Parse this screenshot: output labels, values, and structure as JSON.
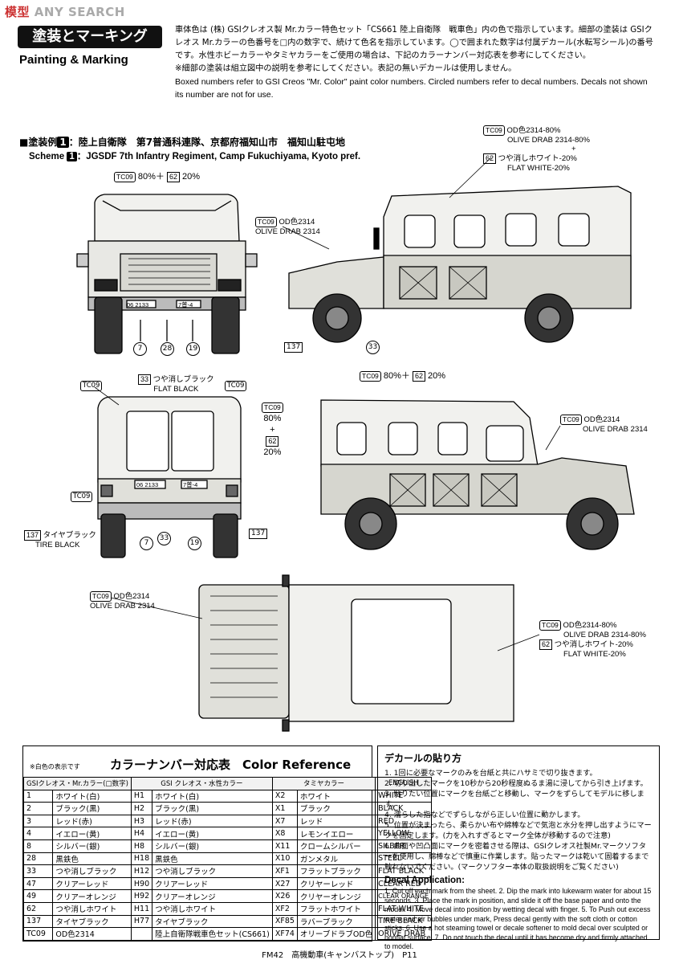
{
  "watermark": {
    "prefix": "模型",
    "brand": "ANY SEARCH"
  },
  "header": {
    "title_jp": "塗装とマーキング",
    "title_en": "Painting & Marking",
    "intro_jp": "車体色は (株) GSIクレオス製 Mr.カラー特色セット「CS661 陸上自衛隊　戦車色」内の色で指示しています。細部の塗装は GSIクレオス Mr.カラーの色番号を□内の数字で、続けて色名を指示しています。◯で囲まれた数字は付属デカール(水転写シール)の番号です。水性ホビーカラーやタミヤカラーをご使用の場合は、下記のカラーナンバー対応表を参考にしてください。",
    "intro_note": "※細部の塗装は組立図中の説明を参考にしてください。表記の無いデカールは使用しません。",
    "intro_en": "Boxed numbers refer to GSI Creos \"Mr. Color\" paint color numbers. Circled numbers refer to decal numbers. Decals not shown its number are not for use."
  },
  "scheme": {
    "jp_prefix": "■塗装例",
    "number": "1",
    "jp_text": "：陸上自衛隊　第7普通科連隊、京都府福知山市　福知山駐屯地",
    "en_prefix": "Scheme",
    "en_text": "：JGSDF 7th Infantry Regiment, Camp Fukuchiyama, Kyoto pref."
  },
  "callouts": {
    "front_top": {
      "tc": "TC09",
      "pct1": "80%＋",
      "num": "62",
      "pct2": "20%"
    },
    "side1_od": {
      "tc": "TC09",
      "jp": "OD色2314",
      "en": "OLIVE DRAB 2314"
    },
    "side1_top": {
      "tc": "TC09",
      "line1": "OD色2314-80%",
      "line2": "OLIVE DRAB 2314-80%",
      "plus": "+",
      "num": "62",
      "line3": "つや消しホワイト-20%",
      "line4": "FLAT WHITE-20%"
    },
    "front_decals": [
      "7",
      "28",
      "19"
    ],
    "side1_nums": [
      "137",
      "33"
    ],
    "rear_black": {
      "num": "33",
      "jp": "つや消しブラック",
      "en": "FLAT BLACK"
    },
    "rear_tc": [
      "TC09",
      "TC09",
      "TC09"
    ],
    "rear_right": {
      "tc": "TC09",
      "a": "80%",
      "plus": "+",
      "num": "62",
      "b": "20%"
    },
    "rear_tire": {
      "num": "137",
      "jp": "タイヤブラック",
      "en": "TIRE BLACK"
    },
    "rear_decals": [
      "7",
      "33",
      "19",
      "137"
    ],
    "side2_top": {
      "tc": "TC09",
      "pct1": "80%＋",
      "num": "62",
      "pct2": "20%"
    },
    "side2_od": {
      "tc": "TC09",
      "jp": "OD色2314",
      "en": "OLIVE DRAB 2314"
    },
    "top_od": {
      "tc": "TC09",
      "jp": "OD色2314",
      "en": "OLIVE DRAB 2314"
    },
    "top_right": {
      "tc": "TC09",
      "line1": "OD色2314-80%",
      "line2": "OLIVE DRAB 2314-80%",
      "num": "62",
      "line3": "つや消しホワイト-20%",
      "line4": "FLAT WHITE-20%"
    },
    "plates": {
      "front": "06 2133",
      "front_r": "7普-4",
      "rear": "06 2133",
      "rear_r": "7普-4"
    }
  },
  "color_table": {
    "note": "※白色の表示です",
    "title_jp": "カラーナンバー対応表",
    "title_en": "Color Reference",
    "headers": [
      "GSIクレオス・Mr.カラー(□数字)",
      "GSI クレオス・水性カラー",
      "タミヤカラー",
      "ENGLISH"
    ],
    "rows": [
      [
        "1",
        "ホワイト(白)",
        "H1",
        "ホワイト(白)",
        "X2",
        "ホワイト",
        "WHITE"
      ],
      [
        "2",
        "ブラック(黒)",
        "H2",
        "ブラック(黒)",
        "X1",
        "ブラック",
        "BLACK"
      ],
      [
        "3",
        "レッド(赤)",
        "H3",
        "レッド(赤)",
        "X7",
        "レッド",
        "RED"
      ],
      [
        "4",
        "イエロー(黄)",
        "H4",
        "イエロー(黄)",
        "X8",
        "レモンイエロー",
        "YELLOW"
      ],
      [
        "8",
        "シルバー(銀)",
        "H8",
        "シルバー(銀)",
        "X11",
        "クロームシルバー",
        "SILBER"
      ],
      [
        "28",
        "黒鉄色",
        "H18",
        "黒鉄色",
        "X10",
        "ガンメタル",
        "STEEL"
      ],
      [
        "33",
        "つや消しブラック",
        "H12",
        "つや消しブラック",
        "XF1",
        "フラットブラック",
        "FLAT BLACK"
      ],
      [
        "47",
        "クリアーレッド",
        "H90",
        "クリアーレッド",
        "X27",
        "クリヤーレッド",
        "CLEAR RED"
      ],
      [
        "49",
        "クリアーオレンジ",
        "H92",
        "クリアーオレンジ",
        "X26",
        "クリヤーオレンジ",
        "CLEAR ORANGE"
      ],
      [
        "62",
        "つや消しホワイト",
        "H11",
        "つや消しホワイト",
        "XF2",
        "フラットホワイト",
        "FLAT WHITE"
      ],
      [
        "137",
        "タイヤブラック",
        "H77",
        "タイヤブラック",
        "XF85",
        "ラバーブラック",
        "TIRE BLACK"
      ],
      [
        "TC09",
        "OD色2314",
        "",
        "陸上自衛隊戦車色セット(CS661)",
        "XF74",
        "オリーブドラブOD色",
        "ORIVE DRAB"
      ]
    ]
  },
  "decal": {
    "title_jp": "デカールの貼り方",
    "steps_jp": [
      "1. 1回に必要なマークのみを台紙と共にハサミで切り抜きます。",
      "2. 切り出したマークを10秒から20秒程度ぬるま湯に浸してから引き上げます。",
      "3. 貼りたい位置にマークを台紙ごと移動し、マークをずらしてモデルに移します。",
      "4. 濡らした指などでずらしながら正しい位置に動かします。",
      "5. 位置が決まったら、柔らかい布や綿棒などで気泡と水分を押し出すようにマークを固定します。(力を入れすぎるとマーク全体が移動するので注意)",
      "6. 曲面や凹凸面にマークを密着させる際は、GSIクレオス社製Mr.マークソフターを使用し、綿棒などで慎重に作業します。貼ったマークは乾いて固着するまで触れないでください。(マークソフター本体の取扱説明をご覧ください)"
    ],
    "title_en": "Decal Application:",
    "text_en": "1. Cut off each mark from the sheet. 2. Dip the mark into lukewarm water for about 15 seconds. 3. Place the mark in position, and slide it off the base paper and onto the model. 4. Move decal into position by wetting decal with finger. 5. To Push out excess water and air bubbles under mark, Press decal gently with the soft cloth or cotton sticks. 6. Use a hot steaming towel or decale softener to mold decal over sculpted or nonflat surface. 7. Do not touch the decal until it has become dry and firmly attached to model."
  },
  "footer": "FM42　高機動車(キャンバストップ)　P11"
}
